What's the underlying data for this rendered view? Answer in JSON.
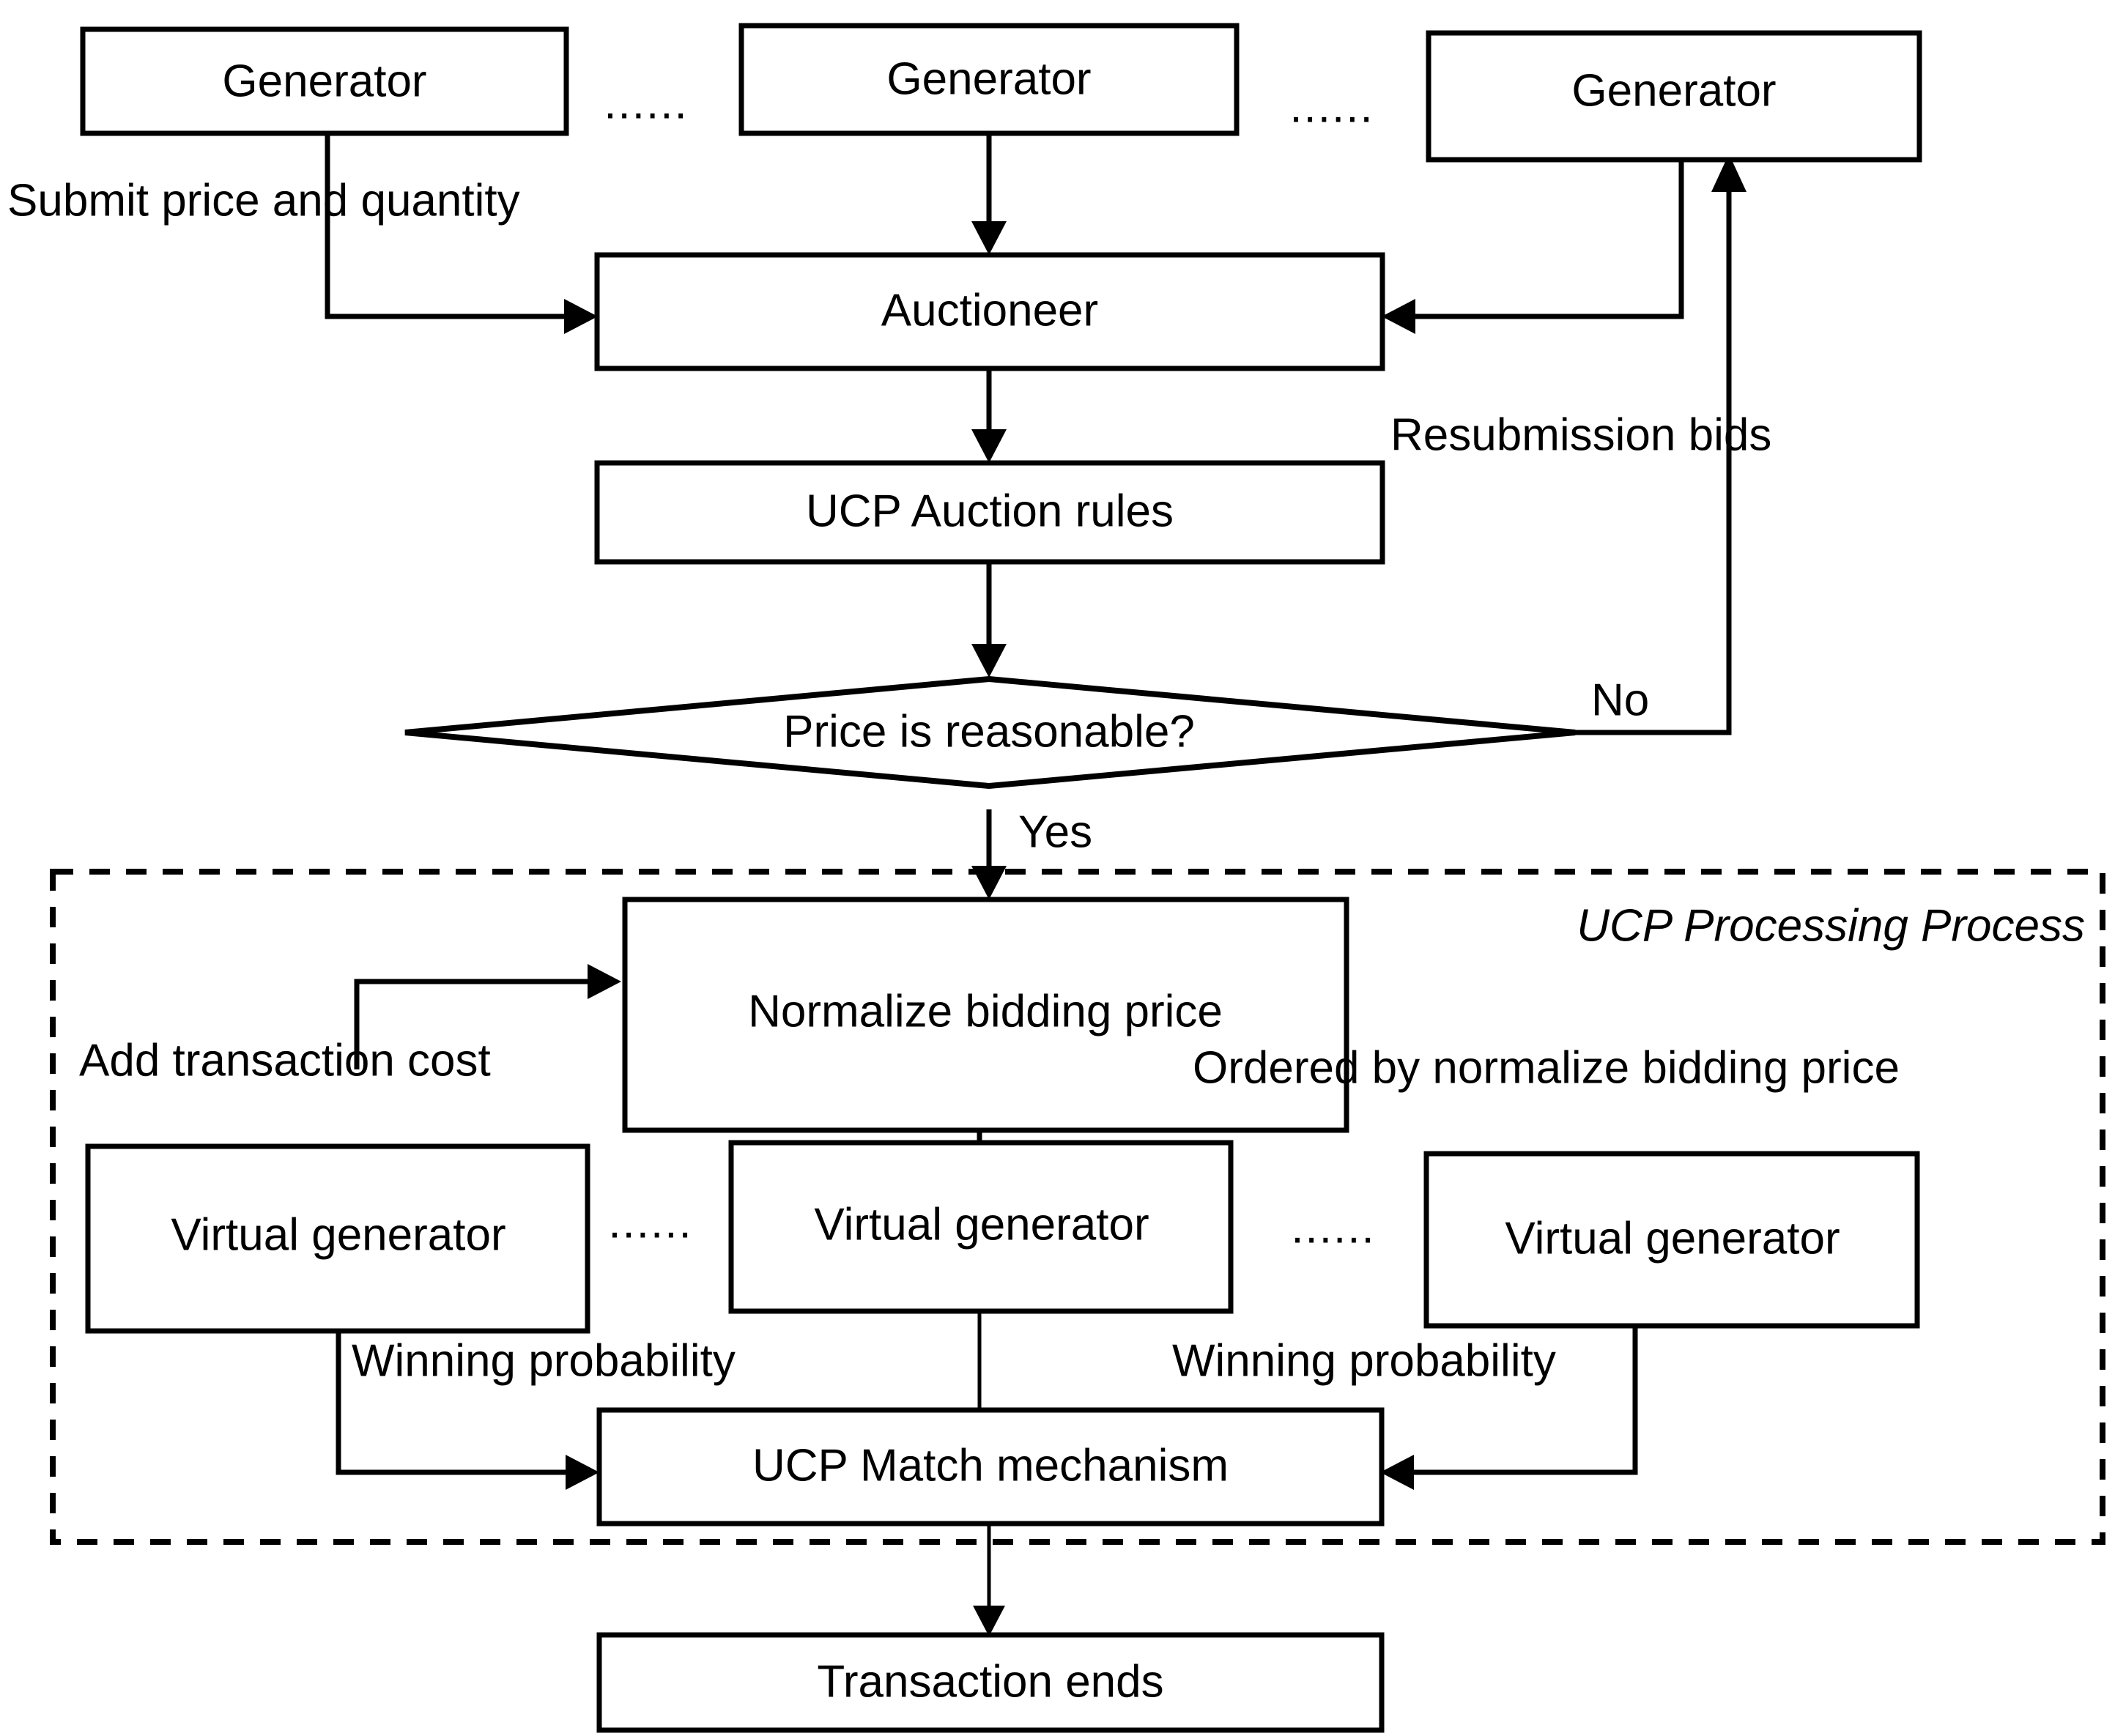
{
  "diagram": {
    "title_group": "UCP Processing Process",
    "nodes": {
      "generator_1": "Generator",
      "generator_2": "Generator",
      "generator_3": "Generator",
      "auctioneer": "Auctioneer",
      "ucp_auction_rules": "UCP Auction rules",
      "decision_price": "Price is reasonable?",
      "normalize_bidding_price": "Normalize bidding price",
      "virtual_generator_1": "Virtual generator",
      "virtual_generator_2": "Virtual generator",
      "virtual_generator_3": "Virtual generator",
      "ucp_match_mechanism": "UCP Match mechanism",
      "transaction_ends": "Transaction ends"
    },
    "edge_labels": {
      "submit_price_quantity": "Submit price and quantity",
      "resubmission_bids": "Resubmission bids",
      "decision_no": "No",
      "decision_yes": "Yes",
      "add_transaction_cost": "Add transaction cost",
      "ordered_by_normalize": "Ordered by normalize bidding price",
      "winning_probability_left": "Winning probability",
      "winning_probability_right": "Winning probability"
    },
    "ellipses": {
      "gen_ellipsis_1": "......",
      "gen_ellipsis_2": "......",
      "vgen_ellipsis_1": "......",
      "vgen_ellipsis_2": "......"
    },
    "colors": {
      "stroke": "#000000",
      "fill": "#ffffff",
      "background": "#ffffff"
    }
  }
}
